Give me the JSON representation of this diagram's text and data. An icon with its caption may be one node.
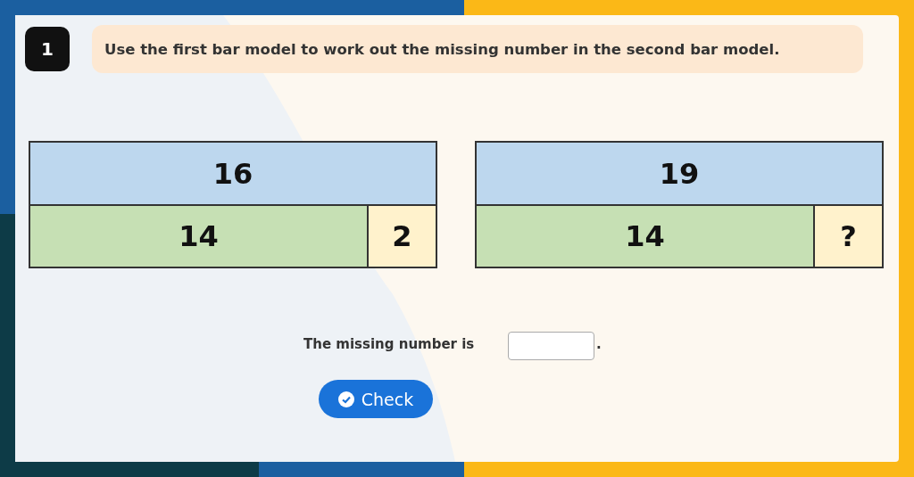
{
  "diagram": {
    "nodes": [
      {
        "text": [
          "1"
        ]
      },
      {
        "text": [
          "Use the first bar model to work out the missing number in the second bar model."
        ]
      },
      {
        "text": [
          "16"
        ]
      },
      {
        "text": [
          "14"
        ]
      },
      {
        "text": [
          "2"
        ]
      },
      {
        "text": [
          "19"
        ]
      },
      {
        "text": [
          "14"
        ]
      },
      {
        "text": [
          "?"
        ]
      },
      {
        "text": [
          "Check"
        ]
      }
    ],
    "labels": [
      "The missing number is",
      "."
    ]
  }
}
